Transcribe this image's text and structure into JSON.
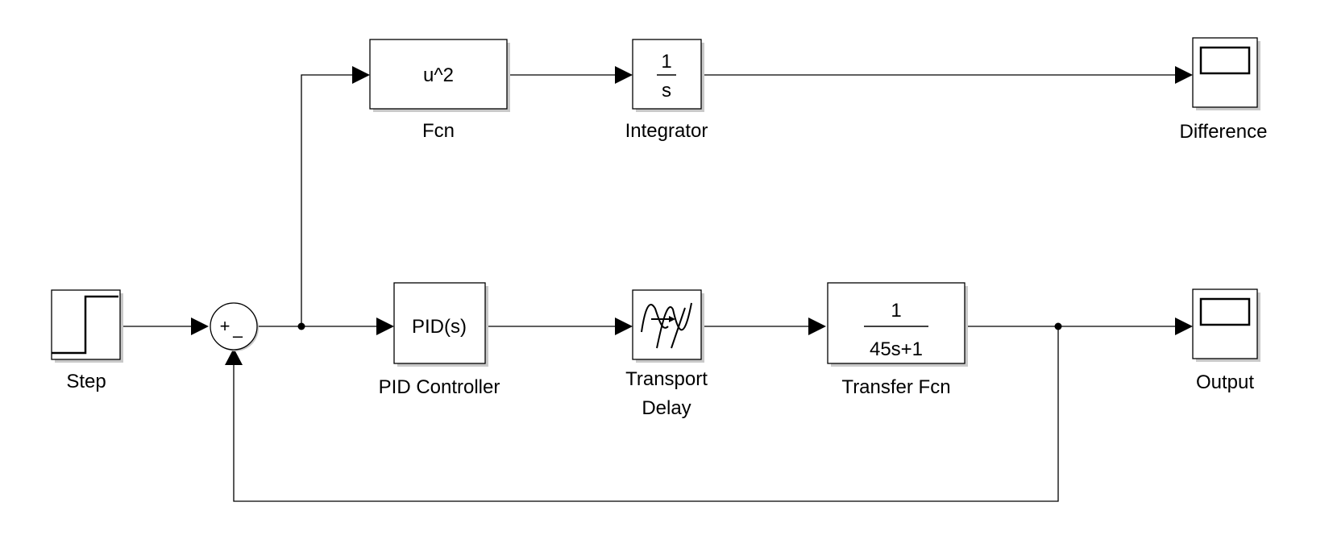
{
  "diagram": {
    "blocks": {
      "step": {
        "label": "Step"
      },
      "sum": {
        "plus_sign": "+",
        "minus_sign": "–"
      },
      "fcn": {
        "expression": "u^2",
        "label": "Fcn"
      },
      "integrator": {
        "numerator": "1",
        "denominator": "s",
        "label": "Integrator"
      },
      "difference_scope": {
        "label": "Difference"
      },
      "pid": {
        "expression": "PID(s)",
        "label": "PID Controller"
      },
      "transport_delay": {
        "label_line1": "Transport",
        "label_line2": "Delay"
      },
      "transfer_fcn": {
        "numerator": "1",
        "denominator": "45s+1",
        "label": "Transfer Fcn"
      },
      "output_scope": {
        "label": "Output"
      }
    }
  }
}
